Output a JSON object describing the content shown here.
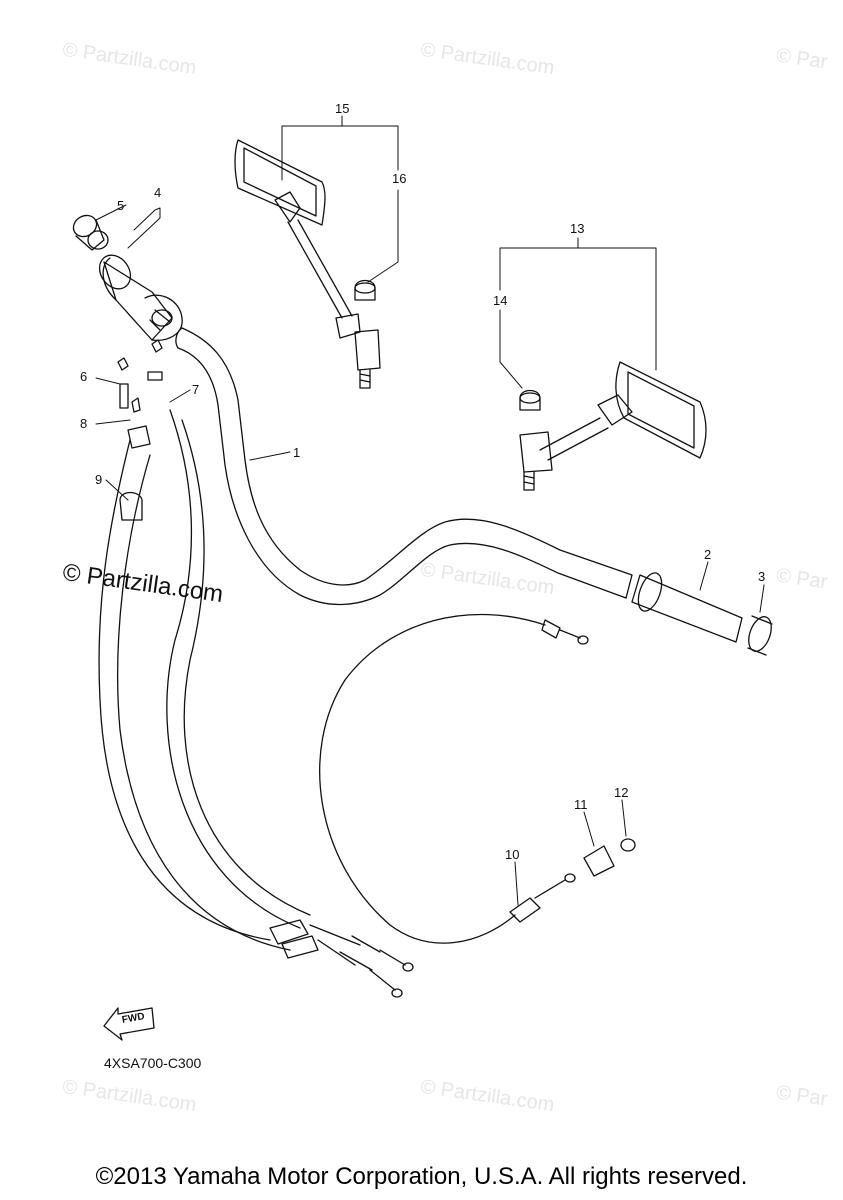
{
  "watermark": {
    "text": "© Partzilla.com",
    "partial_text": "© Par"
  },
  "callouts": {
    "c1": "1",
    "c2": "2",
    "c3": "3",
    "c4": "4",
    "c5": "5",
    "c6": "6",
    "c7": "7",
    "c8": "8",
    "c9": "9",
    "c10": "10",
    "c11": "11",
    "c12": "12",
    "c13": "13",
    "c14": "14",
    "c15": "15",
    "c16": "16"
  },
  "fwd_label": "FWD",
  "diagram_code": "4XSA700-C300",
  "copyright": "©2013 Yamaha Motor Corporation, U.S.A. All rights reserved.",
  "colors": {
    "line": "#111111",
    "watermark": "#e6e6e6"
  },
  "icons": {
    "fwd": "fwd-arrow-icon"
  }
}
